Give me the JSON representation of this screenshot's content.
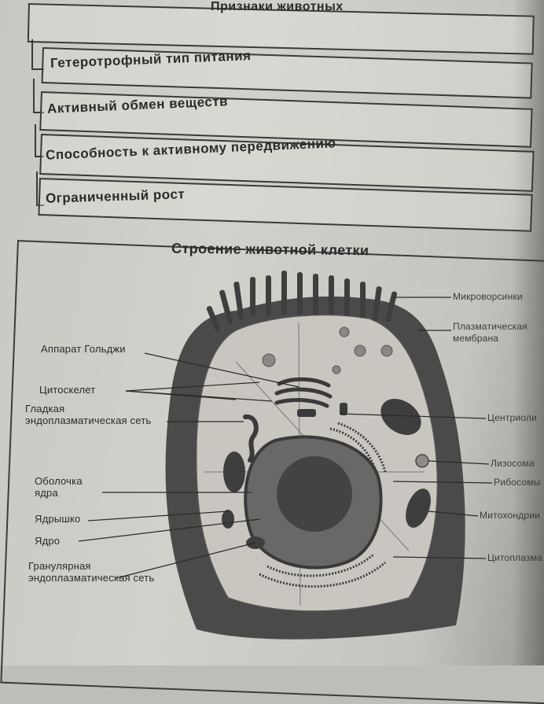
{
  "signs": {
    "title": "Признаки животных",
    "items": [
      "Гетеротрофный тип питания",
      "Активный обмен веществ",
      "Способность к активному передвижению",
      "Ограниченный рост"
    ]
  },
  "cell": {
    "title": "Строение животной клетки",
    "labels_left": [
      "Аппарат Гольджи",
      "Цитоскелет",
      "Гладкая эндоплазматическая сеть",
      "Оболочка ядра",
      "Ядрышко",
      "Ядро",
      "Гранулярная эндоплазматическая сеть"
    ],
    "labels_right": [
      "Микроворсинки",
      "Плазматическая мембрана",
      "Центриоли",
      "Лизосома",
      "Рибосомы",
      "Митохондрии",
      "Цитоплазма"
    ]
  }
}
